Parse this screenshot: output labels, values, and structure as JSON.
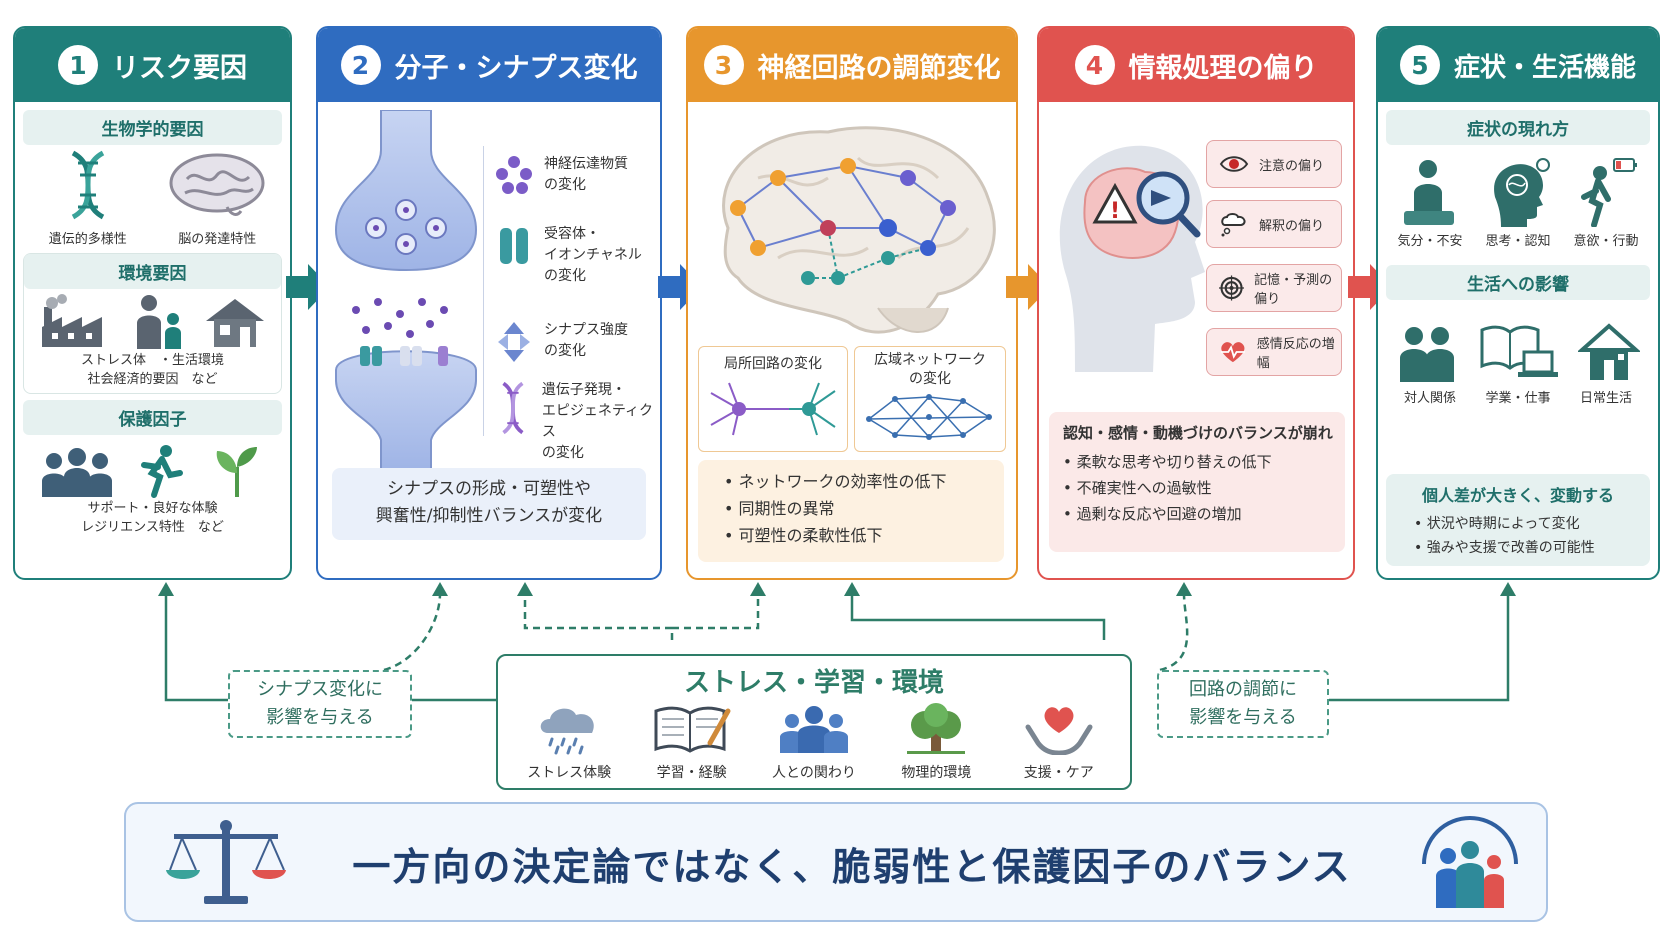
{
  "colors": {
    "teal": "#1f7f7a",
    "blue": "#2f6cc0",
    "orange": "#e7962d",
    "red": "#e0534f",
    "teal5": "#1f7f7a",
    "green": "#2e7d5b"
  },
  "panel1": {
    "number": "1",
    "title": "リスク要因",
    "bio_title": "生物学的要因",
    "bio_items": [
      "遺伝的多様性",
      "脳の発達特性"
    ],
    "env_title": "環境要因",
    "env_text_1": "ストレス体　・生活環境",
    "env_text_2": "社会経済的要因　など",
    "prot_title": "保護因子",
    "prot_text_1": "サポート・良好な体験",
    "prot_text_2": "レジリエンス特性　など"
  },
  "panel2": {
    "number": "2",
    "title": "分子・シナプス変化",
    "items": [
      {
        "line1": "神経伝達物質",
        "line2": "の変化"
      },
      {
        "line1": "受容体・",
        "line2": "イオンチャネル",
        "line3": "の変化"
      },
      {
        "line1": "シナプス強度",
        "line2": "の変化"
      },
      {
        "line1": "遺伝子発現・",
        "line2": "エピジェネティクス",
        "line3": "の変化"
      }
    ],
    "summary_1": "シナプスの形成・可塑性や",
    "summary_2": "興奮性/抑制性バランスが変化"
  },
  "panel3": {
    "number": "3",
    "title": "神経回路の調節変化",
    "local_1": "局所回路の変化",
    "wide_1": "広域ネットワーク",
    "wide_2": "の変化",
    "bullets": [
      "ネットワークの効率性の低下",
      "同期性の異常",
      "可塑性の柔軟性低下"
    ]
  },
  "panel4": {
    "number": "4",
    "title": "情報処理の偏り",
    "tags": [
      "注意の偏り",
      "解釈の偏り",
      "記憶・予測の偏り",
      "感情反応の増幅"
    ],
    "summary_title": "認知・感情・動機づけのバランスが崩れ",
    "bullets": [
      "柔軟な思考や切り替えの低下",
      "不確実性への過敏性",
      "過剰な反応や回避の増加"
    ]
  },
  "panel5": {
    "number": "5",
    "title": "症状・生活機能",
    "sym_title": "症状の現れ方",
    "sym_items": [
      "気分・不安",
      "思考・認知",
      "意欲・行動"
    ],
    "life_title": "生活への影響",
    "life_items": [
      "対人関係",
      "学業・仕事",
      "日常生活"
    ],
    "indiv_title": "個人差が大きく、変動する",
    "indiv_bullets": [
      "状況や時期によって変化",
      "強みや支援で改善の可能性"
    ]
  },
  "center": {
    "title": "ストレス・学習・環境",
    "items": [
      "ストレス体験",
      "学習・経験",
      "人との関わり",
      "物理的環境",
      "支援・ケア"
    ]
  },
  "left_note": {
    "line1": "シナプス変化に",
    "line2": "影響を与える"
  },
  "right_note": {
    "line1": "回路の調節に",
    "line2": "影響を与える"
  },
  "footer": {
    "text": "一方向の決定論ではなく、脆弱性と保護因子のバランス"
  }
}
